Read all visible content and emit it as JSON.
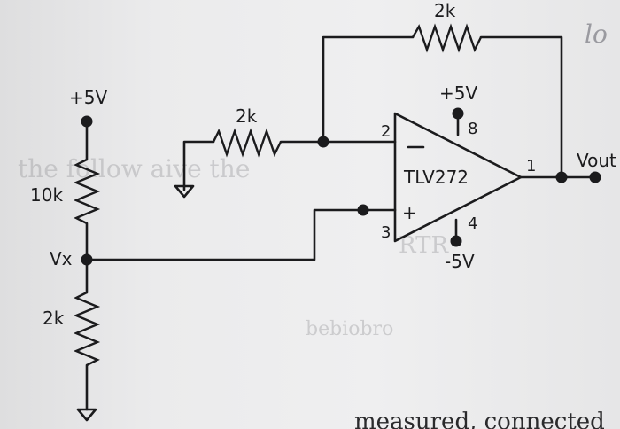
{
  "components": {
    "feedback_resistor": {
      "value": "2k"
    },
    "input_resistor": {
      "value": "2k"
    },
    "divider_top_resistor": {
      "value": "10k"
    },
    "divider_bottom_resistor": {
      "value": "2k"
    }
  },
  "supply": {
    "divider_supply": "+5V",
    "opamp_positive_supply": "+5V",
    "opamp_negative_supply": "-5V"
  },
  "opamp": {
    "part": "TLV272",
    "pin_inverting": "2",
    "pin_noninverting": "3",
    "pin_output": "1",
    "pin_vplus": "8",
    "pin_vminus": "4",
    "minus_symbol": "−",
    "plus_symbol": "+"
  },
  "nodes": {
    "divider_node": "Vx",
    "output": "Vout"
  },
  "margin_text": {
    "handwritten_corner": "lo",
    "bottom_text": "measured, connected"
  },
  "colors": {
    "ink": "#1b1b1d",
    "paper": "#e9e9ea"
  }
}
